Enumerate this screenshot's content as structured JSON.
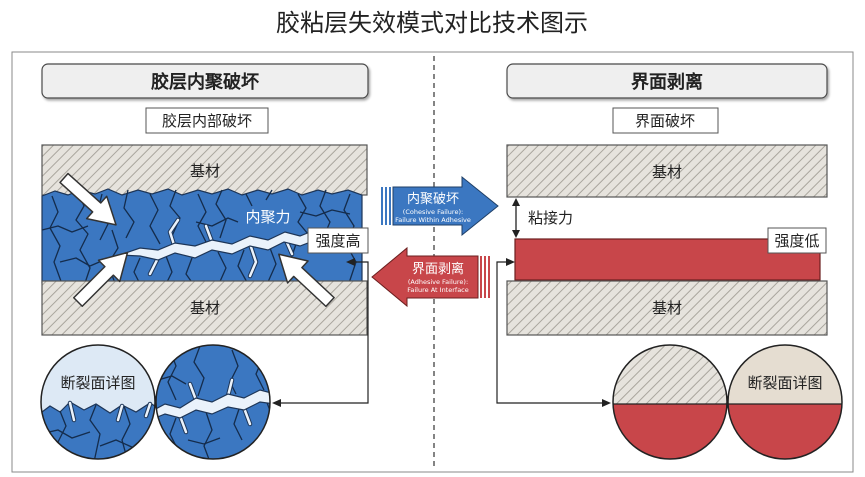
{
  "title": "胶粘层失效模式对比技术图示",
  "left_panel": {
    "header": "胶层内聚破坏",
    "sublabel": "胶层内部破坏",
    "substrate_top": "基材",
    "substrate_bottom": "基材",
    "force_label": "内聚力",
    "strength_label": "强度高",
    "detail_label": "断裂面详图"
  },
  "center_arrows": {
    "cohesive": {
      "title": "内聚破坏",
      "line1": "(Cohesive Failure):",
      "line2": "Failure Within Adhesive"
    },
    "adhesive": {
      "title": "界面剥离",
      "line1": "(Adhesive Failure):",
      "line2": "Failure At Interface"
    }
  },
  "right_panel": {
    "header": "界面剥离",
    "sublabel": "界面破坏",
    "substrate_top": "基材",
    "substrate_bottom": "基材",
    "force_label": "粘接力",
    "strength_label": "强度低",
    "detail_label": "断裂面详图"
  },
  "colors": {
    "cohesive_blue": "#3b77c1",
    "adhesive_red": "#c8464a",
    "detail_light_blue": "#dde9f5",
    "detail_beige": "#e5ddd1"
  }
}
